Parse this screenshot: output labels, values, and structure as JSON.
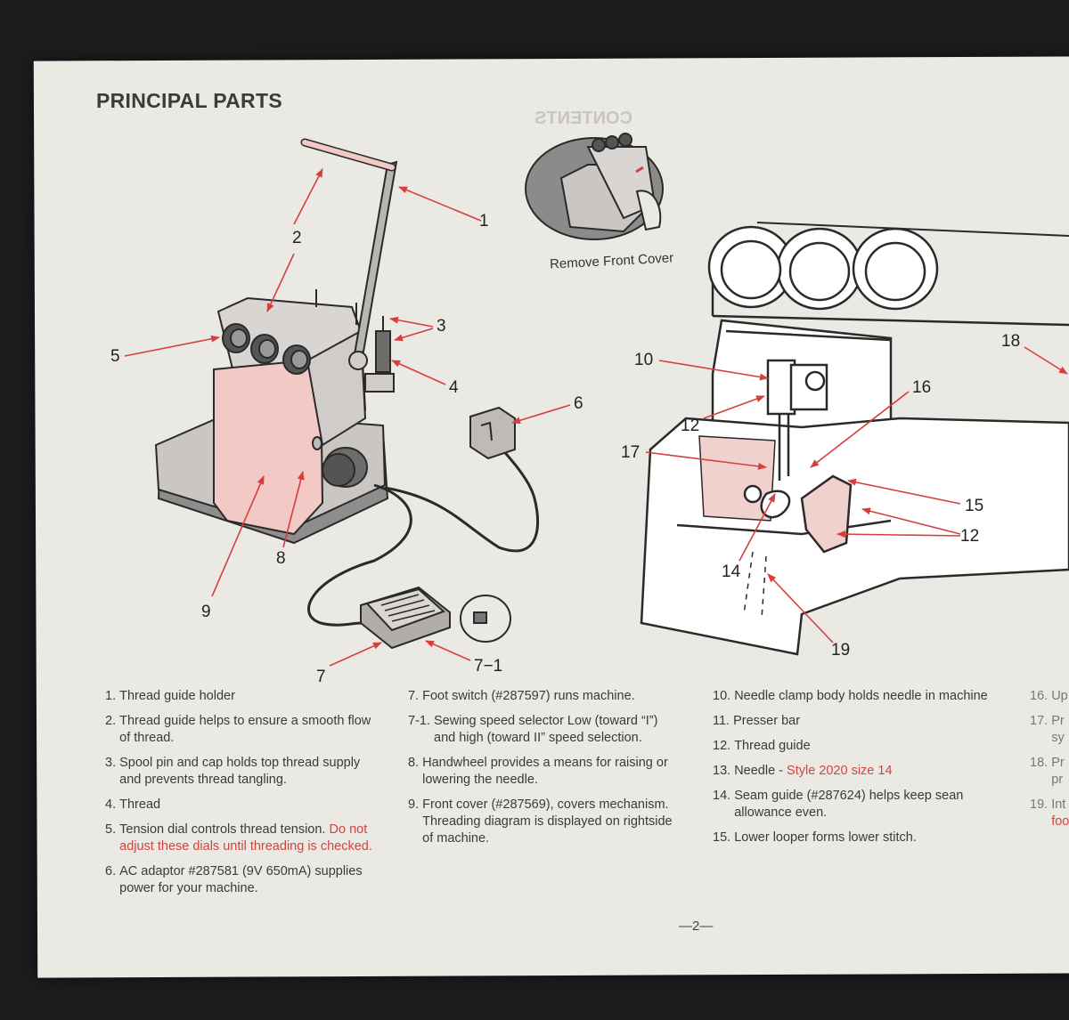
{
  "heading": "PRINCIPAL PARTS",
  "caption": "Remove Front Cover",
  "page_number": "—2—",
  "callouts": {
    "c1": "1",
    "c2": "2",
    "c3": "3",
    "c4": "4",
    "c5": "5",
    "c6": "6",
    "c7": "7",
    "c7_1": "7−1",
    "c8": "8",
    "c9": "9",
    "c10": "10",
    "c12a": "12",
    "c12b": "12",
    "c14": "14",
    "c15": "15",
    "c16": "16",
    "c17": "17",
    "c18": "18",
    "c19": "19"
  },
  "parts_col1": [
    {
      "num": "1. ",
      "text": "Thread guide holder"
    },
    {
      "num": "2. ",
      "text": "Thread guide helps to ensure a smooth flow of thread."
    },
    {
      "num": "3. ",
      "text": "Spool pin and cap holds top thread supply and prevents thread tangling."
    },
    {
      "num": "4. ",
      "text": "Thread"
    },
    {
      "num": "5. ",
      "text": "Tension dial controls thread tension.",
      "note": "Do not adjust these dials until threading is checked."
    },
    {
      "num": "6. ",
      "text": "AC adaptor #287581 (9V 650mA) supplies power for your machine."
    }
  ],
  "parts_col2": [
    {
      "num": "7. ",
      "text": "Foot switch (#287597) runs machine."
    },
    {
      "num": "7-1. ",
      "text": "Sewing speed selector Low (toward “I”) and high (toward II” speed selection."
    },
    {
      "num": "8. ",
      "text": "Handwheel provides a means for raising or lowering the needle."
    },
    {
      "num": "9. ",
      "text": "Front cover (#287569), covers mechanism. Threading diagram is displayed on rightside of machine."
    }
  ],
  "parts_col3": [
    {
      "num": "10. ",
      "text": "Needle clamp body holds needle in machine"
    },
    {
      "num": "11. ",
      "text": "Presser bar"
    },
    {
      "num": "12. ",
      "text": "Thread guide"
    },
    {
      "num": "13. ",
      "text": "Needle - ",
      "note": "Style 2020 size 14"
    },
    {
      "num": "14. ",
      "text": "Seam guide (#287624) helps keep sean allowance even."
    },
    {
      "num": "15. ",
      "text": "Lower looper forms lower stitch."
    }
  ],
  "parts_col4": [
    {
      "num": "16. ",
      "text": "Up"
    },
    {
      "num": "17. ",
      "text": "Pr sy"
    },
    {
      "num": "18. ",
      "text": "Pr pr"
    },
    {
      "num": "19. ",
      "text": "Int",
      "note": "foo"
    }
  ],
  "colors": {
    "arrow": "#d6403c",
    "cover_tint": "#f2c9c5",
    "ink": "#2a2a2a"
  }
}
